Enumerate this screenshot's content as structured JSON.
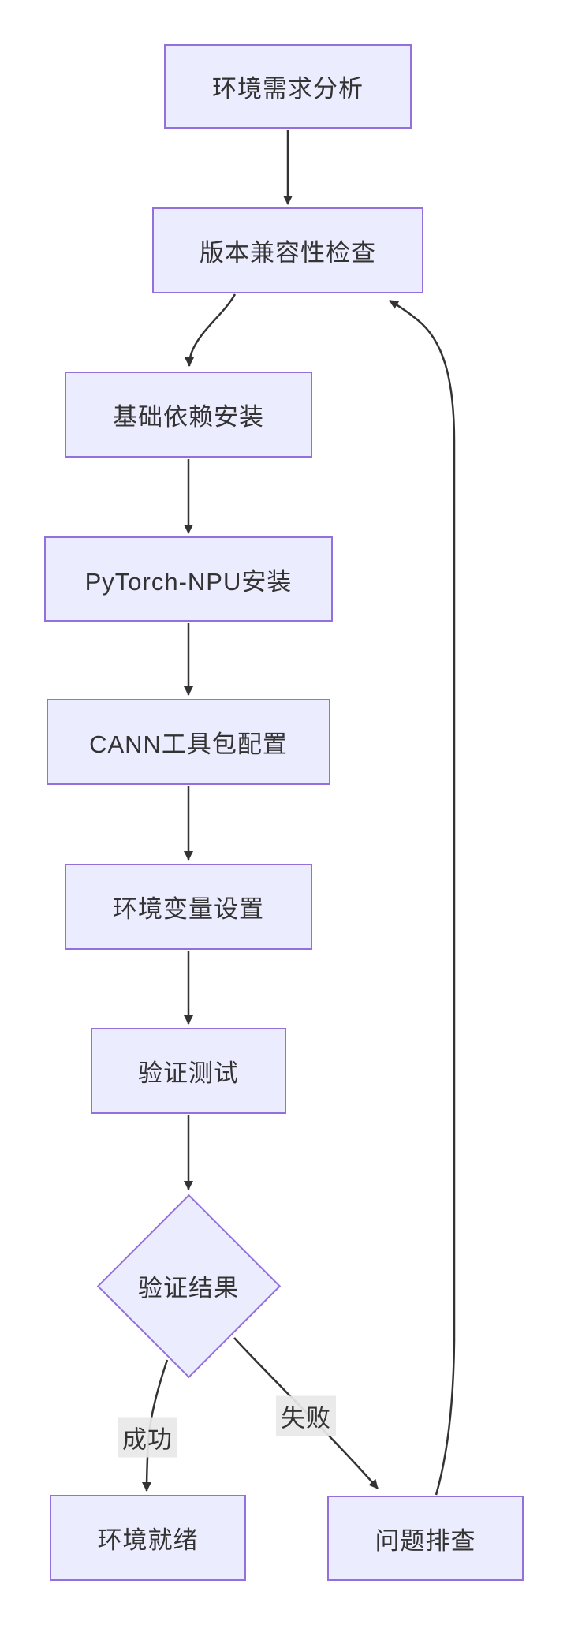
{
  "diagram": {
    "type": "flowchart",
    "direction": "top-down",
    "colors": {
      "background": "#ffffff",
      "node_fill": "#ECECFF",
      "node_border": "#9370DB",
      "edge_stroke": "#333333",
      "text": "#333333",
      "edge_label_bg": "#e8e8e8"
    },
    "nodes": {
      "A": {
        "label": "环境需求分析",
        "shape": "rect"
      },
      "B": {
        "label": "版本兼容性检查",
        "shape": "rect"
      },
      "C": {
        "label": "基础依赖安装",
        "shape": "rect"
      },
      "D": {
        "label": "PyTorch-NPU安装",
        "shape": "rect"
      },
      "E": {
        "label": "CANN工具包配置",
        "shape": "rect"
      },
      "F": {
        "label": "环境变量设置",
        "shape": "rect"
      },
      "G": {
        "label": "验证测试",
        "shape": "rect"
      },
      "H": {
        "label": "验证结果",
        "shape": "diamond"
      },
      "I": {
        "label": "环境就绪",
        "shape": "rect"
      },
      "J": {
        "label": "问题排查",
        "shape": "rect"
      }
    },
    "edges": [
      {
        "from": "A",
        "to": "B",
        "label": ""
      },
      {
        "from": "B",
        "to": "C",
        "label": ""
      },
      {
        "from": "C",
        "to": "D",
        "label": ""
      },
      {
        "from": "D",
        "to": "E",
        "label": ""
      },
      {
        "from": "E",
        "to": "F",
        "label": ""
      },
      {
        "from": "F",
        "to": "G",
        "label": ""
      },
      {
        "from": "G",
        "to": "H",
        "label": ""
      },
      {
        "from": "H",
        "to": "I",
        "label": "成功"
      },
      {
        "from": "H",
        "to": "J",
        "label": "失败"
      },
      {
        "from": "J",
        "to": "B",
        "label": ""
      }
    ],
    "edge_labels": {
      "success": "成功",
      "failure": "失败"
    }
  }
}
